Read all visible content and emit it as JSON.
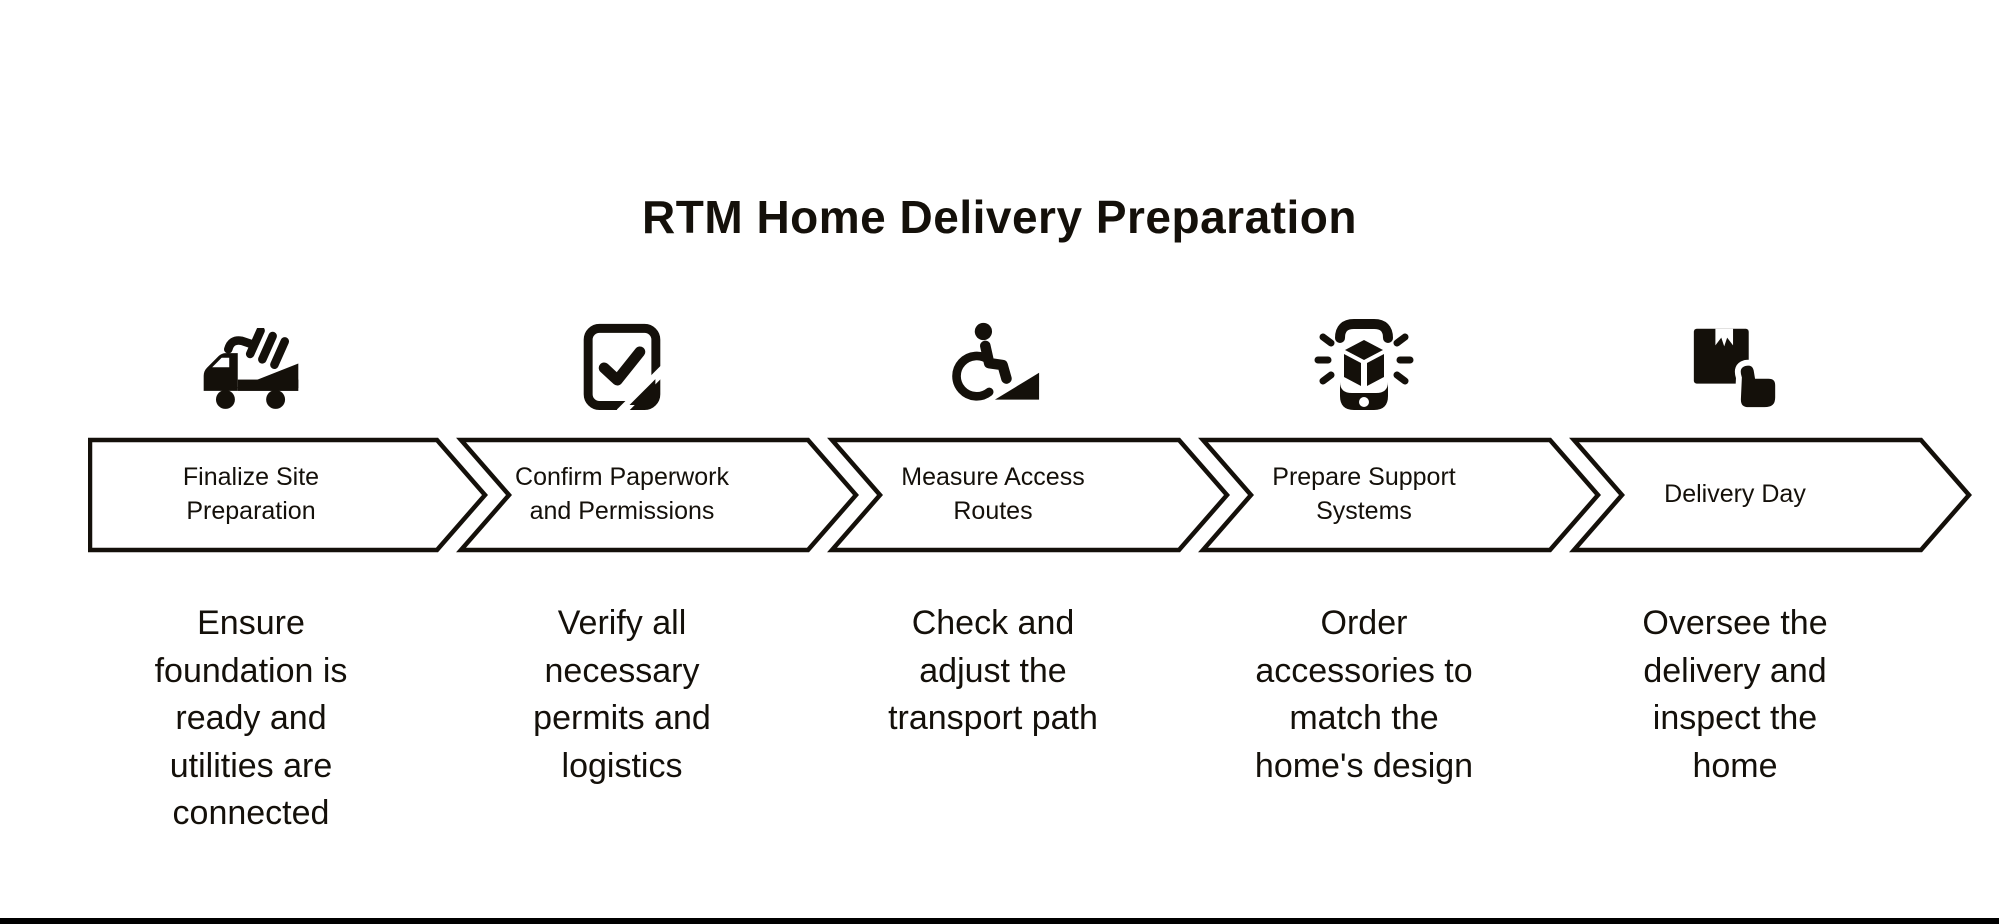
{
  "colors": {
    "ink": "#14100a",
    "background": "#ffffff",
    "shape_fill": "#ffffff"
  },
  "title": "RTM Home Delivery Preparation",
  "steps": [
    {
      "label": "Finalize Site\nPreparation",
      "icon": "dump-truck",
      "description": "Ensure\nfoundation is\nready and\nutilities are\nconnected"
    },
    {
      "label": "Confirm Paperwork\nand Permissions",
      "icon": "document-check",
      "description": "Verify all\nnecessary\npermits and\nlogistics"
    },
    {
      "label": "Measure Access\nRoutes",
      "icon": "wheelchair-ramp",
      "description": "Check and\nadjust the\ntransport path"
    },
    {
      "label": "Prepare Support\nSystems",
      "icon": "ar-phone",
      "description": "Order\naccessories to\nmatch the\nhome's design"
    },
    {
      "label": "Delivery Day",
      "icon": "package-thumbs-up",
      "description": "Oversee the\ndelivery and\ninspect the\nhome"
    }
  ]
}
